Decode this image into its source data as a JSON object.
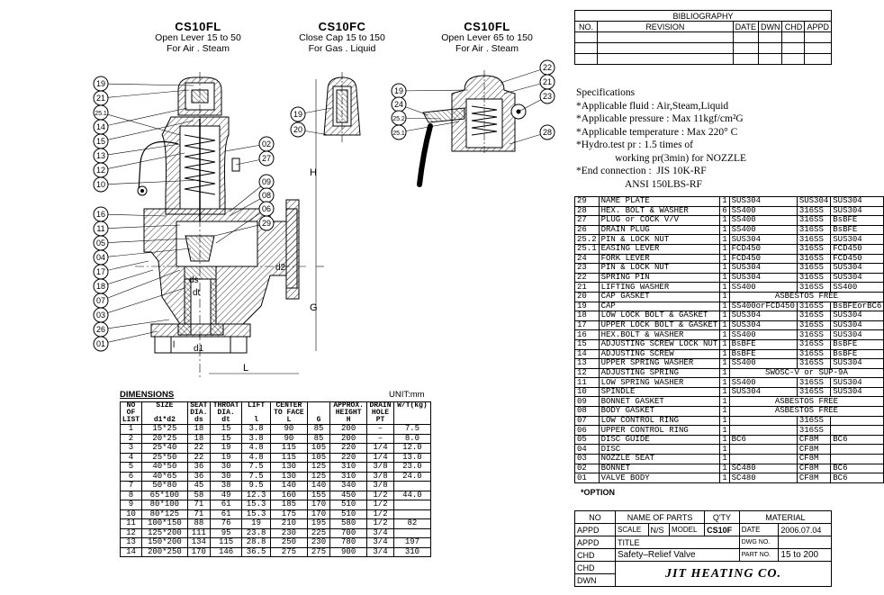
{
  "views": [
    {
      "code": "CS10FL",
      "line1": "Open Lever 15 to 50",
      "line2": "For Air . Steam"
    },
    {
      "code": "CS10FC",
      "line1": "Close Cap 15 to 150",
      "line2": "For Gas . Liquid"
    },
    {
      "code": "CS10FL",
      "line1": "Open Lever 65 to 150",
      "line2": "For Air . Steam"
    }
  ],
  "balloons_main": [
    "19",
    "21",
    "25.1",
    "14",
    "15",
    "13",
    "12",
    "10",
    "16",
    "11",
    "05",
    "04",
    "17",
    "18",
    "07",
    "03",
    "26",
    "01",
    "02",
    "27",
    "09",
    "08",
    "06",
    "29"
  ],
  "balloons_cap": [
    "19",
    "20"
  ],
  "balloons_lever": [
    "22",
    "21",
    "23",
    "19",
    "24",
    "25.2",
    "25.1",
    "28"
  ],
  "dim_letters": {
    "H": "H",
    "G": "G",
    "L": "L",
    "d2": "d2",
    "d1": "d1",
    "ds": "ds",
    "dt": "dt",
    "l": "l"
  },
  "bibliography": {
    "title": "BIBLIOGRAPHY",
    "headers": [
      "NO.",
      "REVISION",
      "DATE",
      "DWN",
      "CHD",
      "APPD"
    ]
  },
  "specs": [
    "Specifications",
    "*Applicable fluid : Air,Steam,Liquid",
    "*Applicable pressure : Max 11kgf/cm²G",
    "*Applicable temperature : Max 220° C",
    "*Hydro.test pr : 1.5 times of",
    "               working pr(3min) for NOZZLE",
    "*End connection :  JIS 10K-RF",
    "                   ANSI 150LBS-RF"
  ],
  "parts": [
    [
      "29",
      "NAME PLATE",
      "1",
      "SUS304",
      "SUS304",
      "SUS304"
    ],
    [
      "28",
      "HEX. BOLT & WASHER",
      "6",
      "SS400",
      "316SS",
      "SUS304"
    ],
    [
      "27",
      "PLUG or COCK V/V",
      "1",
      "SS400",
      "316SS",
      "BsBFE"
    ],
    [
      "26",
      "DRAIN PLUG",
      "1",
      "SS400",
      "316SS",
      "BsBFE"
    ],
    [
      "25.2",
      "PIN & LOCK NUT",
      "1",
      "SUS304",
      "316SS",
      "SUS304"
    ],
    [
      "25.1",
      "EASING LEVER",
      "1",
      "FCD450",
      "316SS",
      "FCD450"
    ],
    [
      "24",
      "FORK LEVER",
      "1",
      "FCD450",
      "316SS",
      "FCD450"
    ],
    [
      "23",
      "PIN & LOCK NUT",
      "1",
      "SUS304",
      "316SS",
      "SUS304"
    ],
    [
      "22",
      "SPRING PIN",
      "1",
      "SUS304",
      "316SS",
      "SUS304"
    ],
    [
      "21",
      "LIFTING WASHER",
      "1",
      "SS400",
      "316SS",
      "SS400"
    ],
    [
      "20",
      "CAP GASKET",
      "1",
      "ASBESTOS FREE",
      "",
      ""
    ],
    [
      "19",
      "CAP",
      "1",
      "SS400orFCD450",
      "316SS",
      "BsBFEorBC6"
    ],
    [
      "18",
      "LOW LOCK BOLT & GASKET",
      "1",
      "SUS304",
      "316SS",
      "SUS304"
    ],
    [
      "17",
      "UPPER LOCK BOLT & GASKET",
      "1",
      "SUS304",
      "316SS",
      "SUS304"
    ],
    [
      "16",
      "HEX.BOLT & WASHER",
      "1",
      "SS400",
      "316SS",
      "SUS304"
    ],
    [
      "15",
      "ADJUSTING SCREW LOCK NUT",
      "1",
      "BsBFE",
      "316SS",
      "BsBFE"
    ],
    [
      "14",
      "ADJUSTING SCREW",
      "1",
      "BsBFE",
      "316SS",
      "BsBFE"
    ],
    [
      "13",
      "UPPER SPRING WASHER",
      "1",
      "SS400",
      "316SS",
      "SUS304"
    ],
    [
      "12",
      "ADJUSTING SPRING",
      "1",
      "SWOSC-V or SUP-9A",
      "",
      ""
    ],
    [
      "11",
      "LOW SPRING WASHER",
      "1",
      "SS400",
      "316SS",
      "SUS304"
    ],
    [
      "10",
      "SPINDLE",
      "1",
      "SUS304",
      "316SS",
      "SUS304"
    ],
    [
      "09",
      "BONNET GASKET",
      "1",
      "ASBESTOS FREE",
      "",
      ""
    ],
    [
      "08",
      "BODY GASKET",
      "1",
      "ASBESTOS FREE",
      "",
      ""
    ],
    [
      "07",
      "LOW CONTROL RING",
      "1",
      "",
      "316SS",
      ""
    ],
    [
      "06",
      "UPPER CONTROL RING",
      "1",
      "",
      "316SS",
      ""
    ],
    [
      "05",
      "DISC GUIDE",
      "1",
      "BC6",
      "CF8M",
      "BC6"
    ],
    [
      "04",
      "DISC",
      "1",
      "",
      "CF8M",
      ""
    ],
    [
      "03",
      "NOZZLE SEAT",
      "1",
      "",
      "CF8M",
      ""
    ],
    [
      "02",
      "BONNET",
      "1",
      "SC480",
      "CF8M",
      "BC6"
    ],
    [
      "01",
      "VALVE BODY",
      "1",
      "SC480",
      "CF8M",
      "BC6"
    ]
  ],
  "option_label": "*OPTION",
  "parts_header": {
    "no": "NO",
    "name": "NAME OF PARTS",
    "qty": "Q'TY",
    "material": "MATERIAL"
  },
  "dimensions": {
    "title": "DIMENSIONS",
    "unit": "UNIT:mm",
    "headers": [
      [
        "NO",
        "OF",
        "LIST"
      ],
      [
        "SIZE",
        "",
        "d1*d2"
      ],
      [
        "SEAT",
        "DIA.",
        "ds"
      ],
      [
        "THROAT",
        "DIA.",
        "dt"
      ],
      [
        "LIFT",
        "",
        "l"
      ],
      [
        "CENTER",
        "TO FACE",
        "L"
      ],
      [
        "",
        "",
        "G"
      ],
      [
        "APPROX.",
        "HEIGHT",
        "H"
      ],
      [
        "DRAIN",
        "HOLE",
        "PT"
      ],
      [
        "W/T(kg)",
        "",
        ""
      ]
    ],
    "rows": [
      [
        "1",
        "15*25",
        "18",
        "15",
        "3.8",
        "90",
        "85",
        "200",
        "–",
        "7.5"
      ],
      [
        "2",
        "20*25",
        "18",
        "15",
        "3.8",
        "90",
        "85",
        "200",
        "–",
        "8.0"
      ],
      [
        "3",
        "25*40",
        "22",
        "19",
        "4.8",
        "115",
        "105",
        "220",
        "1/4",
        "12.0"
      ],
      [
        "4",
        "25*50",
        "22",
        "19",
        "4.8",
        "115",
        "105",
        "220",
        "1/4",
        "13.0"
      ],
      [
        "5",
        "40*50",
        "36",
        "30",
        "7.5",
        "130",
        "125",
        "310",
        "3/8",
        "23.0"
      ],
      [
        "6",
        "40*65",
        "36",
        "30",
        "7.5",
        "130",
        "125",
        "310",
        "3/8",
        "24.0"
      ],
      [
        "7",
        "50*80",
        "45",
        "38",
        "9.5",
        "140",
        "140",
        "340",
        "3/8",
        ""
      ],
      [
        "8",
        "65*100",
        "58",
        "49",
        "12.3",
        "160",
        "155",
        "450",
        "1/2",
        "44.0"
      ],
      [
        "9",
        "80*100",
        "71",
        "61",
        "15.3",
        "185",
        "170",
        "510",
        "1/2",
        ""
      ],
      [
        "10",
        "80*125",
        "71",
        "61",
        "15.3",
        "175",
        "170",
        "510",
        "1/2",
        ""
      ],
      [
        "11",
        "100*150",
        "88",
        "76",
        "19",
        "210",
        "195",
        "580",
        "1/2",
        "82"
      ],
      [
        "12",
        "125*200",
        "111",
        "95",
        "23.8",
        "230",
        "225",
        "700",
        "3/4",
        ""
      ],
      [
        "13",
        "150*200",
        "134",
        "115",
        "28.8",
        "250",
        "230",
        "780",
        "3/4",
        "197"
      ],
      [
        "14",
        "200*250",
        "170",
        "146",
        "36.5",
        "275",
        "275",
        "900",
        "3/4",
        "310"
      ]
    ]
  },
  "title_block": {
    "appd": "APPD",
    "chd": "CHD",
    "dwn": "DWN",
    "scale_label": "SCALE",
    "scale": "N/S",
    "model_label": "MODEL",
    "model": "CS10F",
    "date_label": "DATE",
    "date": "2006.07.04",
    "title_label": "TITLE",
    "dwg_label": "DWG NO.",
    "title": "Safety–Relief Valve",
    "part_label": "PART NO.",
    "part_no": "15 to 200",
    "company": "JIT HEATING CO."
  }
}
